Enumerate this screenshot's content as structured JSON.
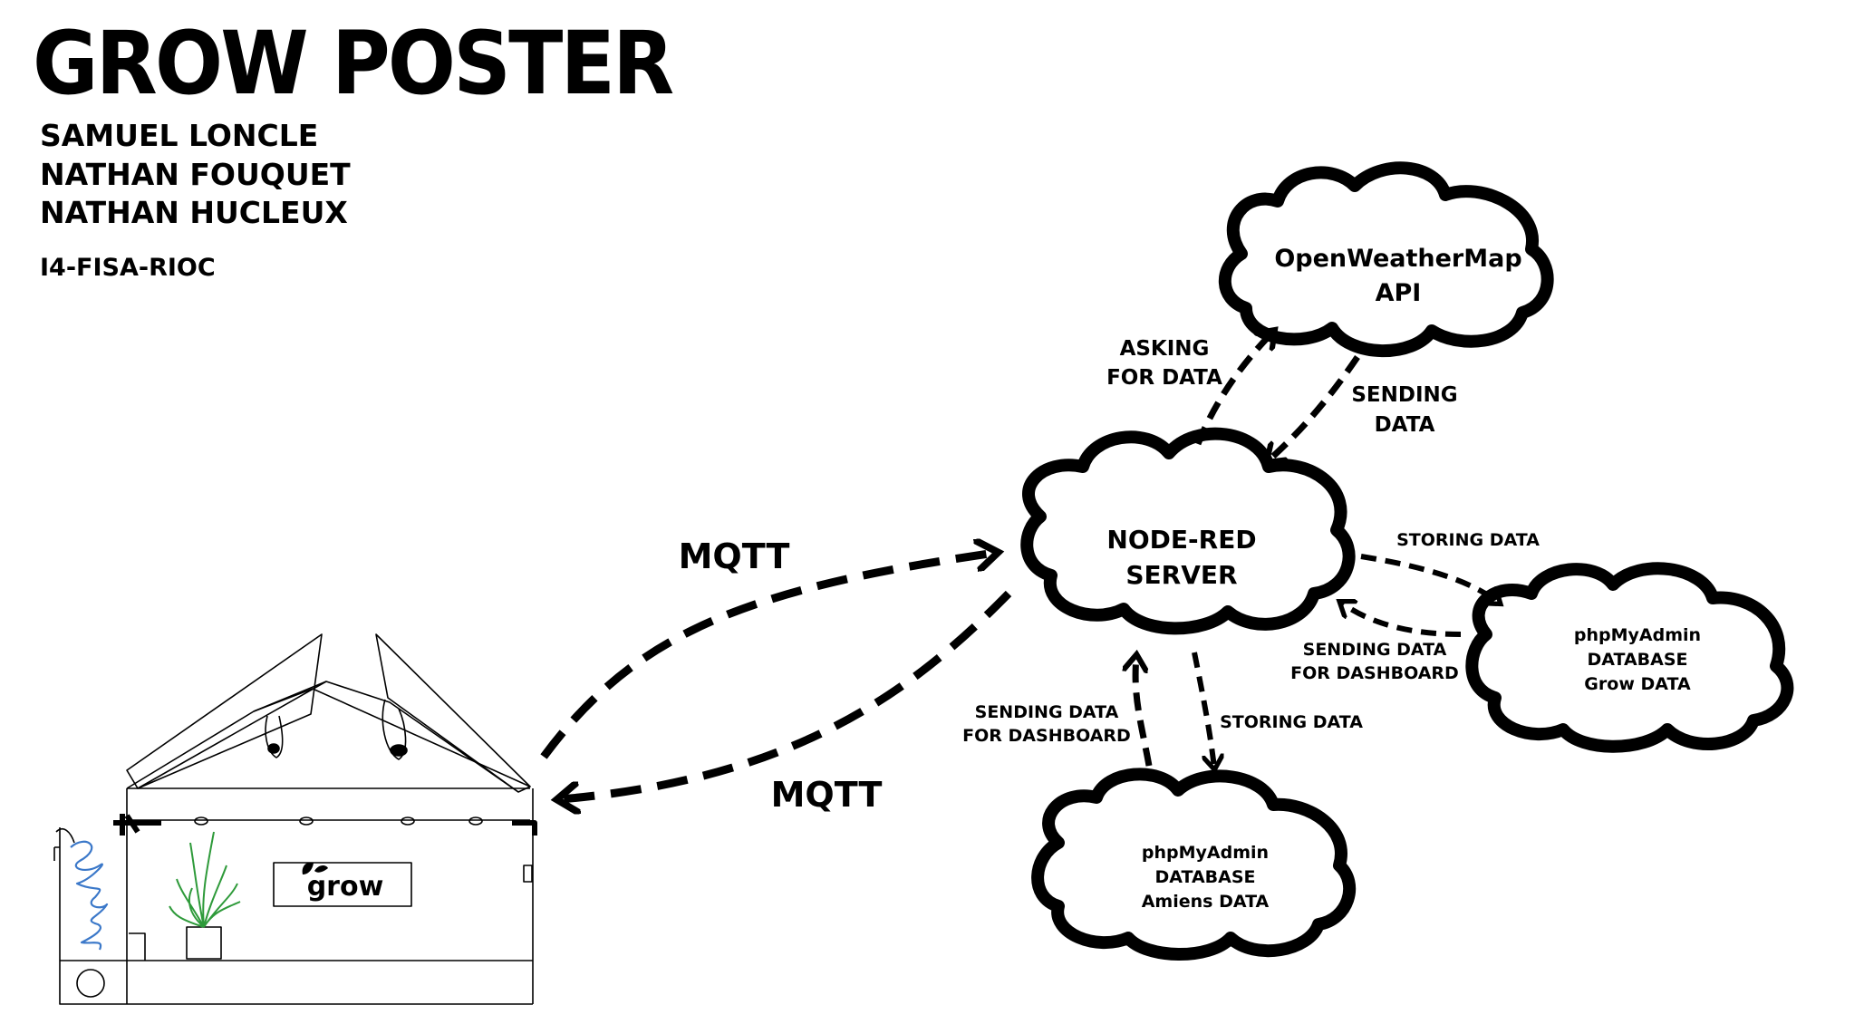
{
  "poster": {
    "title": "GROW POSTER",
    "authors": [
      "SAMUEL LONCLE",
      "NATHAN FOUQUET",
      "NATHAN HUCLEUX"
    ],
    "group": "I4-FISA-RIOC"
  },
  "nodes": {
    "openweathermap": {
      "line1": "OpenWeatherMap",
      "line2": "API"
    },
    "nodered": {
      "line1": "NODE-RED",
      "line2": "SERVER"
    },
    "db_grow": {
      "line1": "phpMyAdmin",
      "line2": "DATABASE",
      "line3": "Grow DATA"
    },
    "db_amiens": {
      "line1": "phpMyAdmin",
      "line2": "DATABASE",
      "line3": "Amiens DATA"
    },
    "greenhouse_logo": "grow"
  },
  "edges": {
    "mqtt_up": "MQTT",
    "mqtt_down": "MQTT",
    "asking": {
      "line1": "ASKING",
      "line2": "FOR DATA"
    },
    "sending": {
      "line1": "SENDING",
      "line2": "DATA"
    },
    "storing_grow": "STORING DATA",
    "sending_grow": {
      "line1": "SENDING DATA",
      "line2": "FOR DASHBOARD"
    },
    "sending_amiens": {
      "line1": "SENDING DATA",
      "line2": "FOR DASHBOARD"
    },
    "storing_amiens": "STORING DATA"
  }
}
